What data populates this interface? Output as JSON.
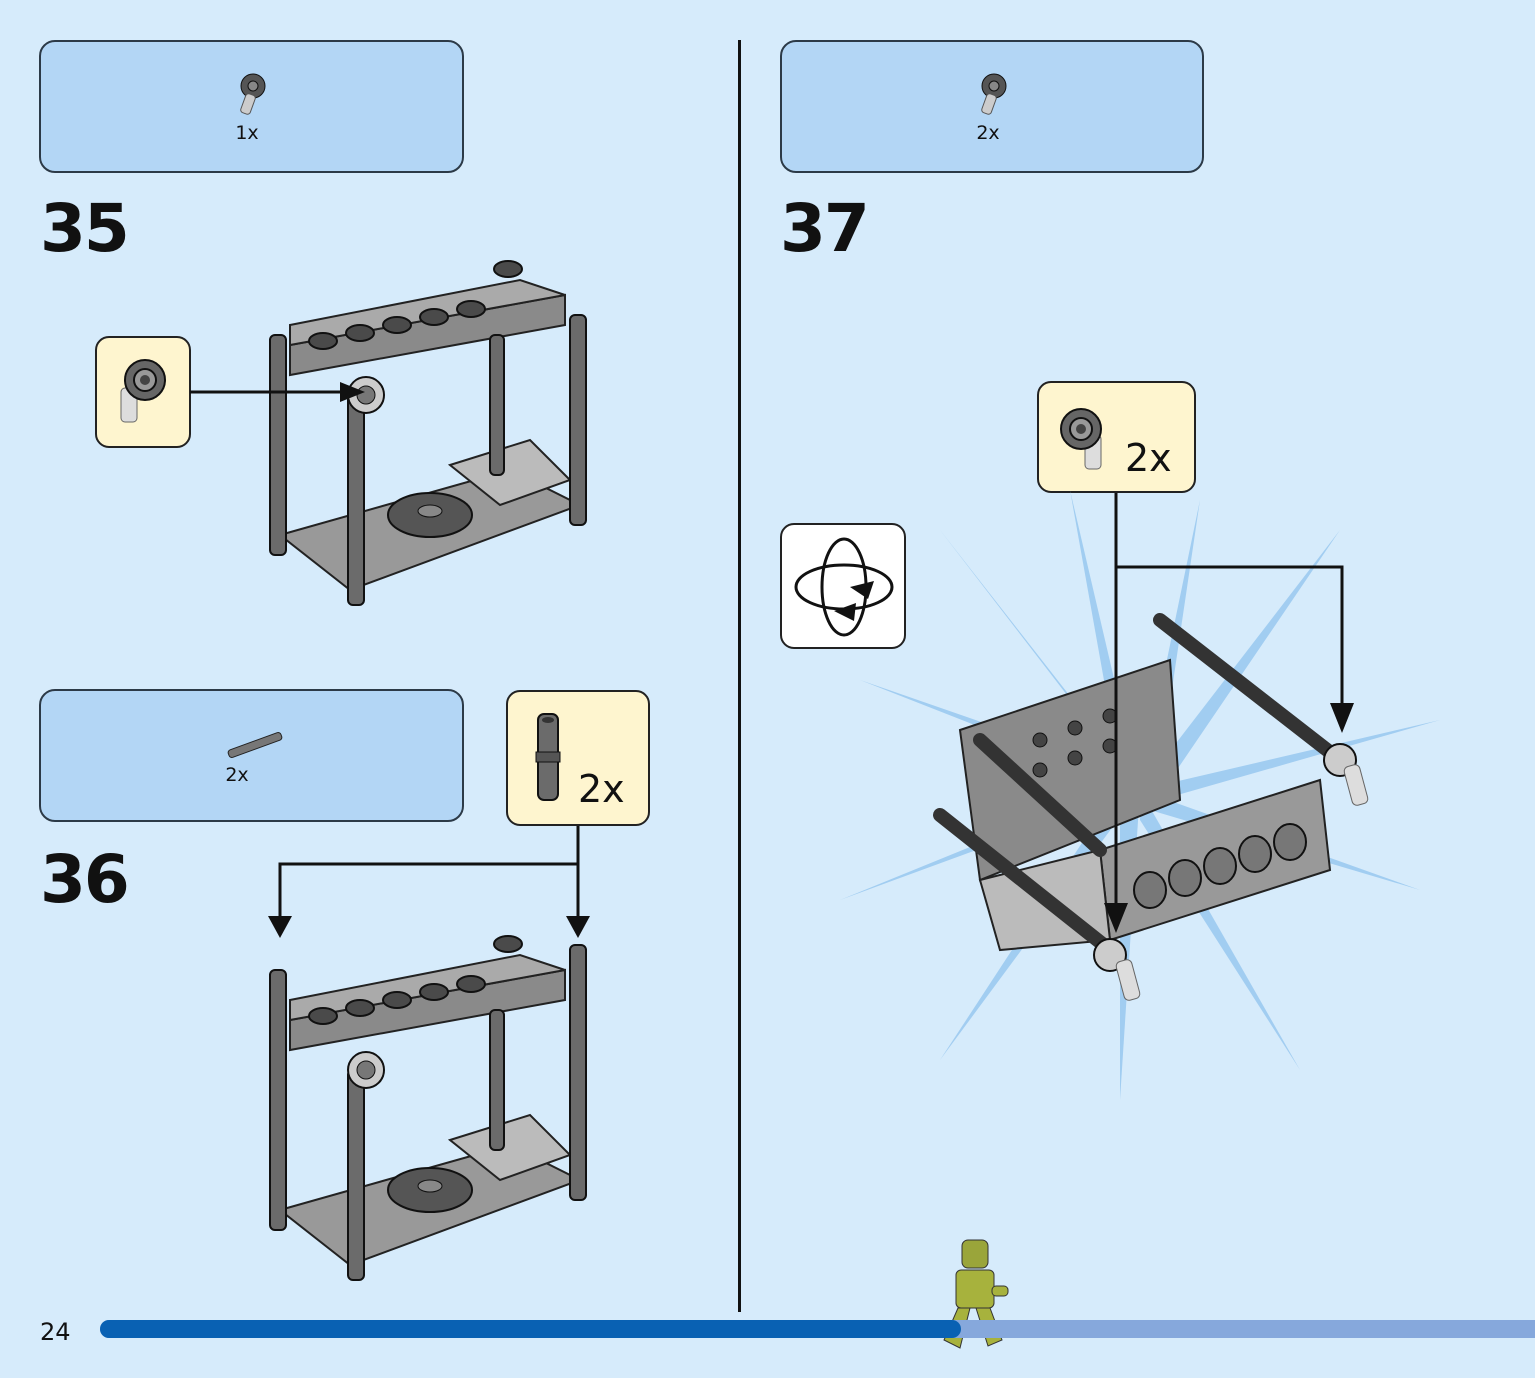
{
  "page": {
    "number": "24",
    "progress_fraction": 0.6
  },
  "steps": [
    {
      "id": "35",
      "number": "35",
      "parts_qty": "1x",
      "callout_qty": ""
    },
    {
      "id": "36",
      "number": "36",
      "parts_qty": "2x",
      "callout_qty": "2x"
    },
    {
      "id": "37",
      "number": "37",
      "parts_qty": "2x",
      "callout_qty": "2x"
    }
  ],
  "icons": {
    "rotate": "rotate-model-icon",
    "connector": "hinge-connector-icon",
    "pin": "axle-pin-icon"
  },
  "colors": {
    "background": "#d6ebfb",
    "parts_box": "#b3d6f5",
    "callout": "#fef5cf",
    "progress_done": "#0961b3",
    "progress_remaining": "#86a8dc"
  }
}
